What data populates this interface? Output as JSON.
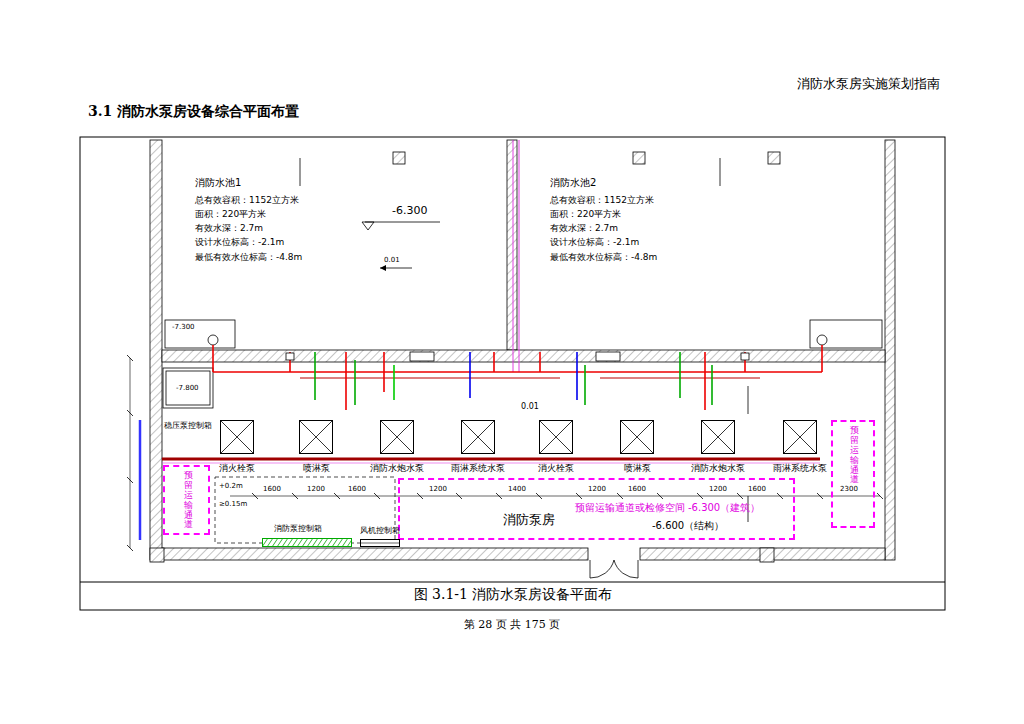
{
  "diagram": {
    "title": "3.1 消防水泵房设备综合平面布置",
    "caption": "图 3.1-1 消防水泵房设备平面布",
    "nodes": [
      {
        "text": [
          "消防水池1",
          "总有效容积：1152立方米",
          "面积：220平方米",
          "有效水深：2.7m",
          "设计水位标高：-2.1m",
          "最低有效水位标高：-4.8m"
        ]
      },
      {
        "text": [
          "消防水池2",
          "总有效容积：1152立方米",
          "面积：220平方米",
          "有效水深：2.7m",
          "设计水位标高：-2.1m",
          "最低有效水位标高：-4.8m"
        ]
      },
      {
        "text": [
          "消防泵房"
        ]
      },
      {
        "text": [
          "消火栓泵"
        ],
        "in": 2
      },
      {
        "text": [
          "喷淋泵"
        ],
        "in": 2
      },
      {
        "text": [
          "消防水炮水泵"
        ],
        "in": 2
      },
      {
        "text": [
          "雨淋系统水泵"
        ],
        "in": 2
      },
      {
        "text": [
          "消火栓泵"
        ],
        "in": 2
      },
      {
        "text": [
          "喷淋泵"
        ],
        "in": 2
      },
      {
        "text": [
          "消防水炮水泵"
        ],
        "in": 2
      },
      {
        "text": [
          "雨淋系统水泵"
        ],
        "in": 2
      },
      {
        "text": [
          "稳压泵控制箱"
        ],
        "in": 2
      },
      {
        "text": [
          "预留运输通道"
        ],
        "in": 2
      },
      {
        "text": [
          "预留运输通道或检修空间",
          "-6.300（建筑）",
          "-6.600（结构）"
        ],
        "in": 2
      },
      {
        "text": [
          "预留运输通道"
        ],
        "in": 2
      },
      {
        "text": [
          "消防泵控制箱"
        ],
        "in": 2
      },
      {
        "text": [
          "风机控制箱"
        ],
        "in": 2
      }
    ],
    "labels": [
      "消防水泵房实施策划指南",
      "第 28 页 共 175 页",
      "-6.300",
      "0.01",
      "0.01",
      "-7.800",
      "-7.300",
      "1600",
      "1200",
      "1600",
      "1200",
      "1400",
      "1200",
      "1600",
      "1200",
      "1600",
      "2300",
      "+0.2m",
      "≥0.15m"
    ]
  }
}
